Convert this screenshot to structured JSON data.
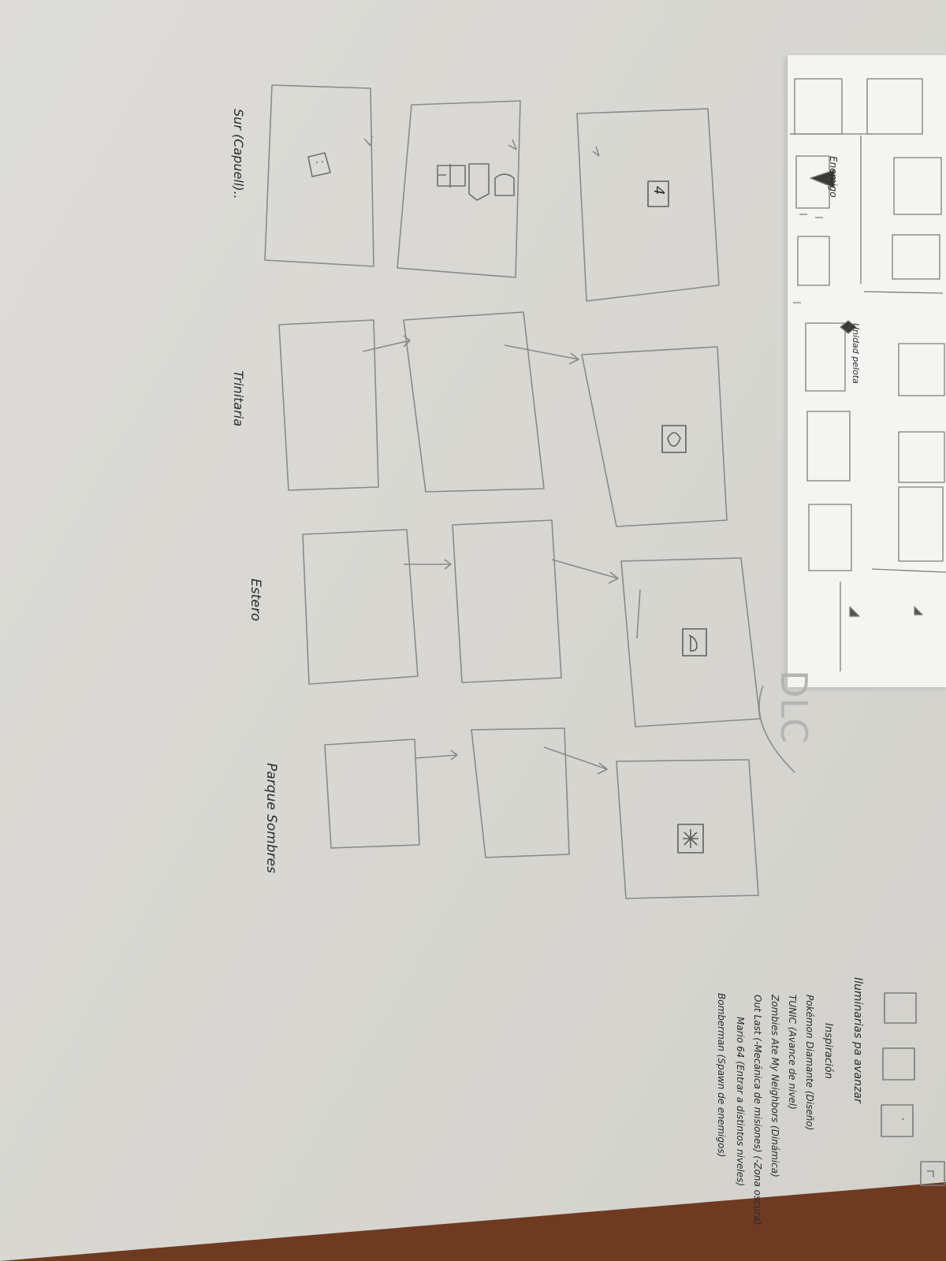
{
  "rows": [
    {
      "label": "Sur (Capuell)..",
      "icon_text": "",
      "icon_name": "mask-icon"
    },
    {
      "label": "Trinitaria",
      "icon_text": "",
      "icon_name": "flame-icon"
    },
    {
      "label": "Estero",
      "icon_text": "",
      "icon_name": "drop-icon"
    },
    {
      "label": "Parque Sombres",
      "icon_text": "",
      "icon_name": "leaf-icon"
    }
  ],
  "row_one_item_icons": [
    "ankh-icon",
    "shield-icon",
    "helmet-icon"
  ],
  "row_one_final_mark": "4",
  "sheet": {
    "enemy_label": "Enemigo",
    "unit_label": "Unidad pelota",
    "side_label": "DLC"
  },
  "notes": {
    "top_label": "Iluminarias pa avanzar",
    "heading": "Inspiración",
    "items": [
      "Pokémon Diamante (Diseño)",
      "TUNIC (Avance de nivel)",
      "Zombies Ate My Neighbors (Dinámica)",
      "Out Last (-Mecánica de misiones) (-Zona oscura)",
      "Mario 64 (Entrar a distintos niveles)",
      "Bomberman (Spawn de enemigos)"
    ]
  }
}
